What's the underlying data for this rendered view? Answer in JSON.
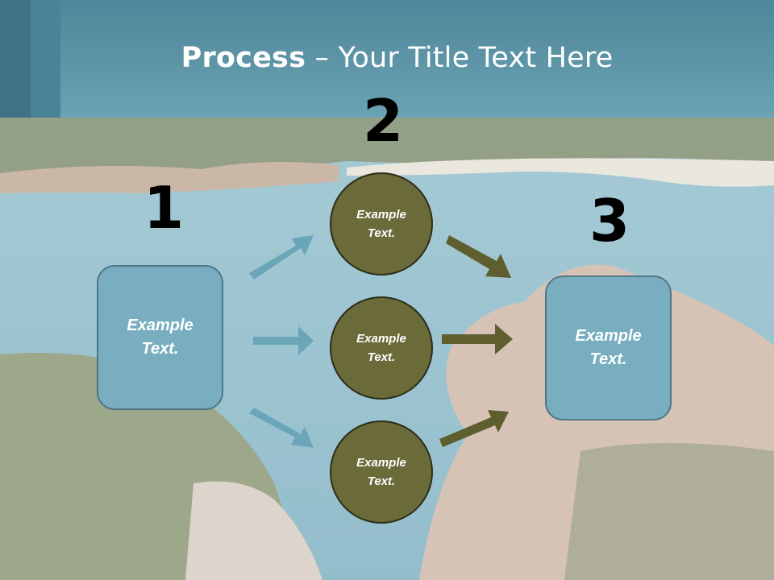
{
  "title": {
    "bold": "Process",
    "rest": " – Your Title Text Here"
  },
  "steps": {
    "one": "1",
    "two": "2",
    "three": "3"
  },
  "left_box": "Example\nText.",
  "right_box": "Example\nText.",
  "circles": [
    "Example\nText.",
    "Example\nText.",
    "Example\nText."
  ],
  "colors": {
    "header": "#6aa3b4",
    "box_fill": "#78aebf",
    "circle_fill": "#6b6a39",
    "arrow_blue": "#6aa6b8",
    "arrow_olive": "#5f5e2f"
  }
}
